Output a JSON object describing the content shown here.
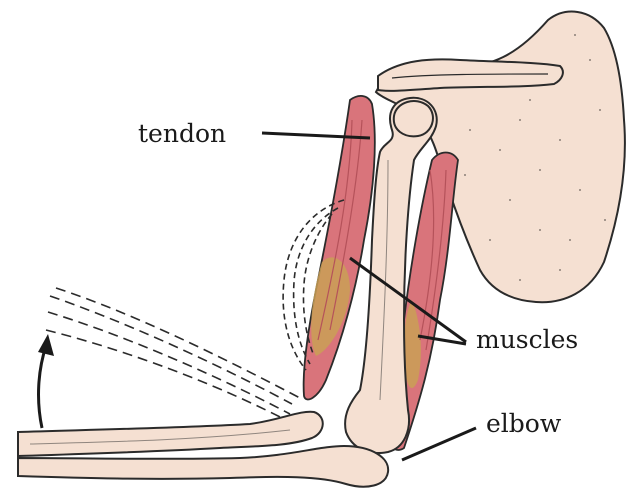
{
  "labels": {
    "tendon": "tendon",
    "muscles": "muscles",
    "elbow": "elbow"
  },
  "colors": {
    "bone": "#f5e0d2",
    "bone_outline": "#2b2b2b",
    "muscle": "#d9747b",
    "muscle_dark": "#b5525a",
    "muscle_belly": "#c9a056",
    "scapula_dots": "#8a7f78",
    "ink": "#1a1a1a"
  },
  "icons": [
    "arrow-curved-up-icon"
  ]
}
